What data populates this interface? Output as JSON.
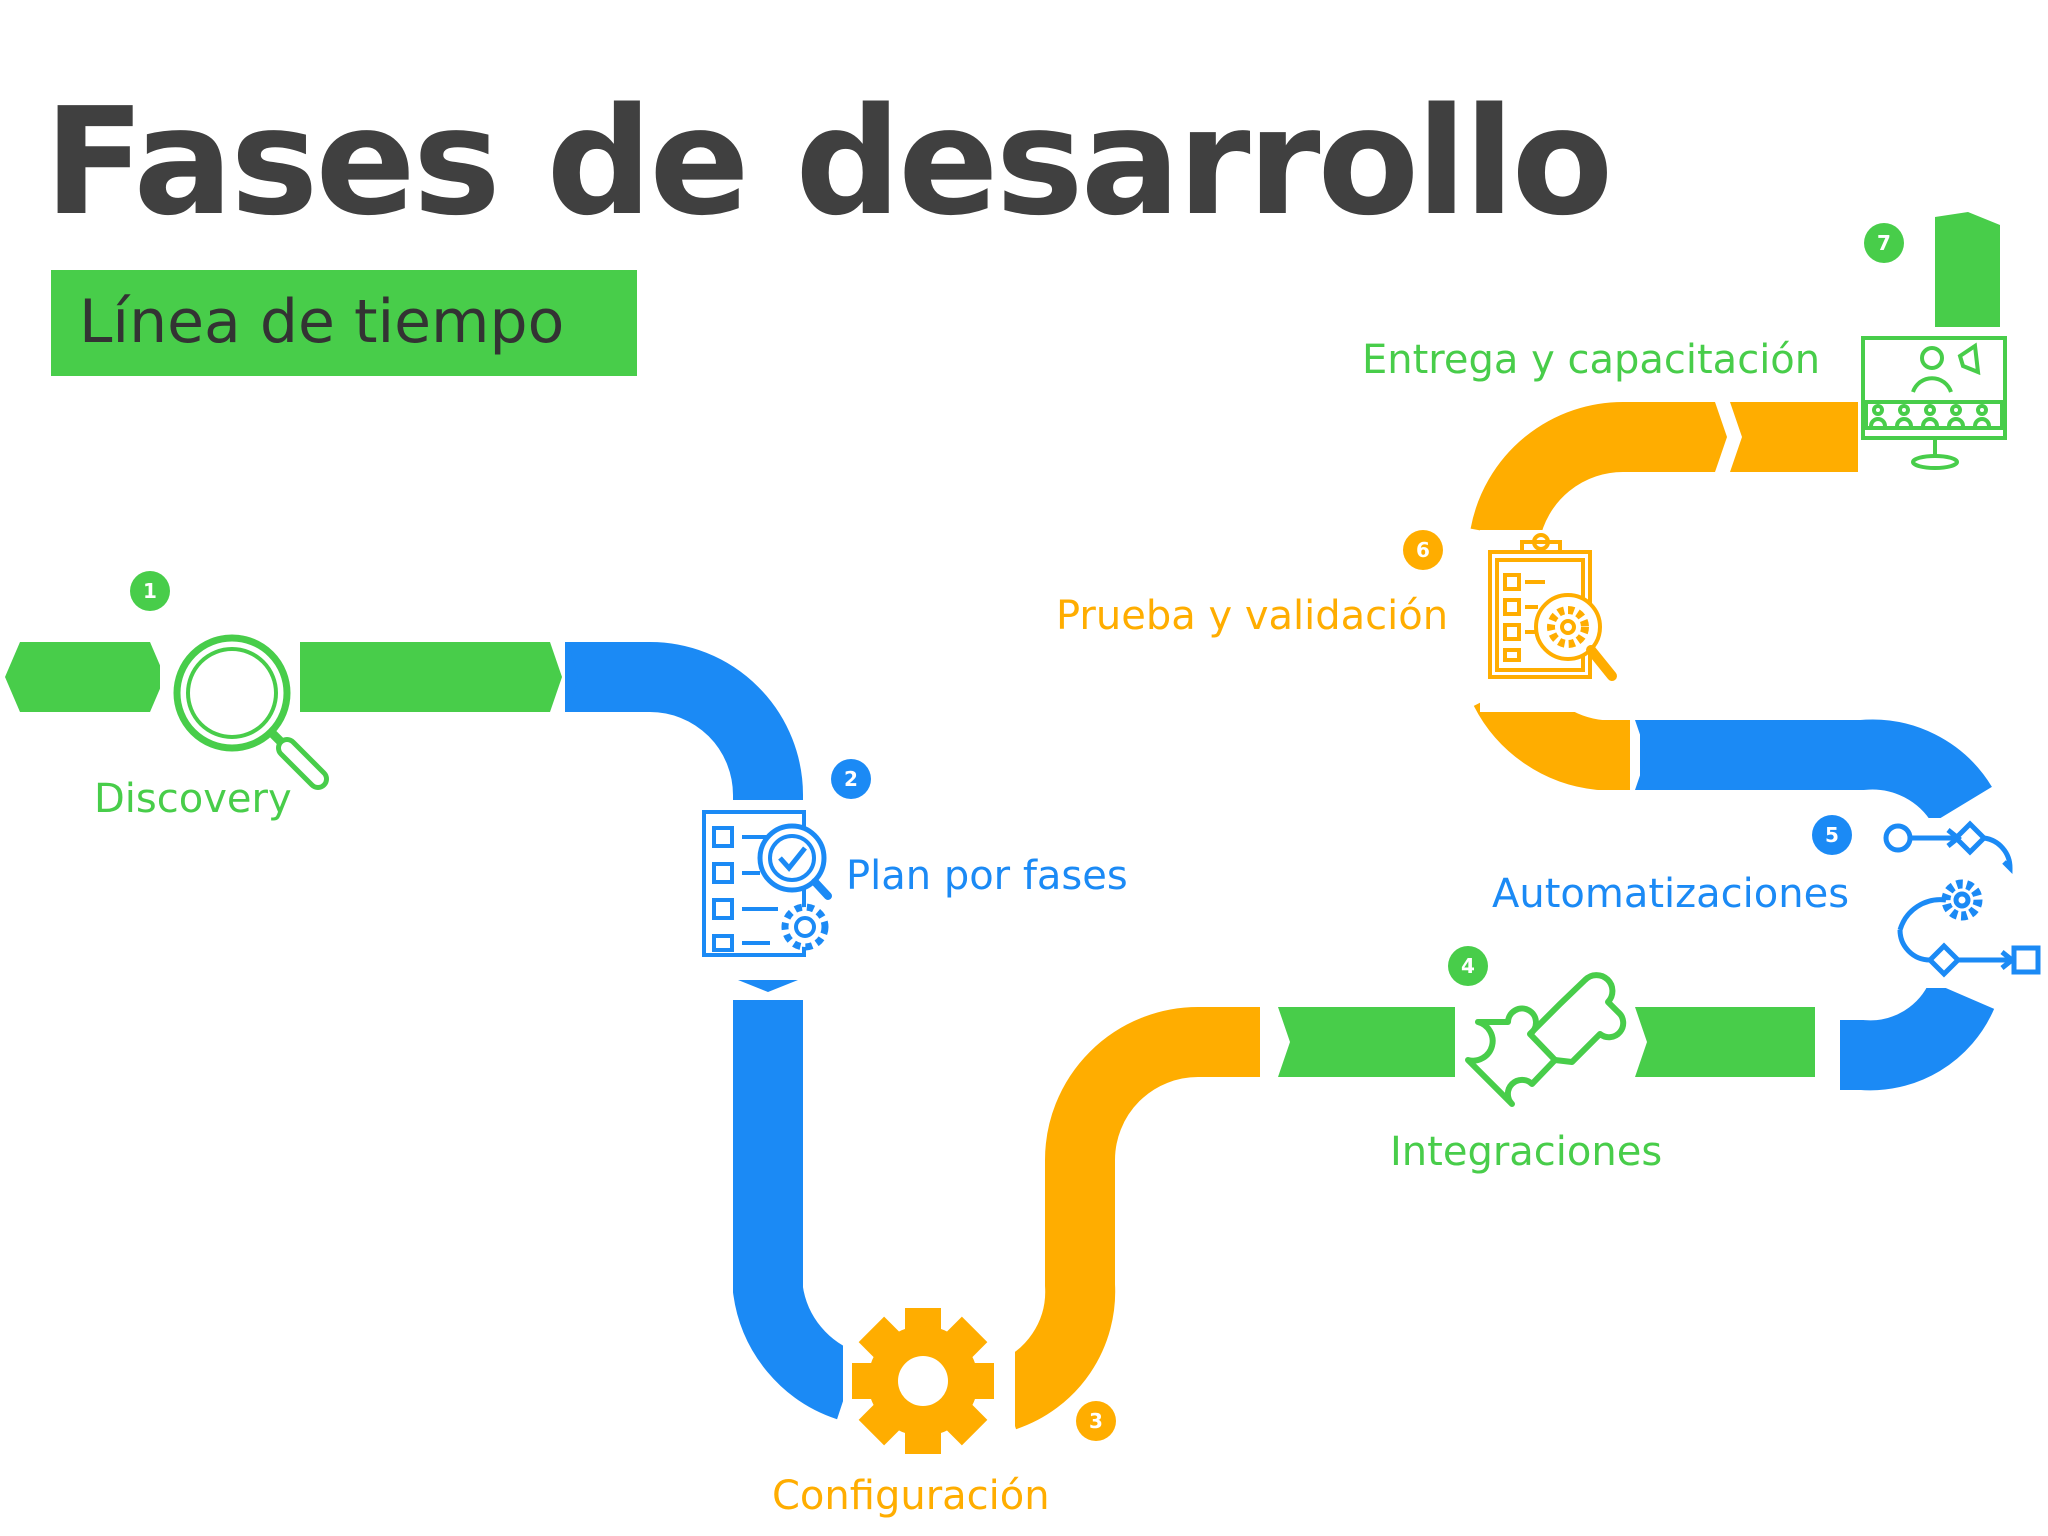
{
  "header": {
    "title": "Fases de desarrollo",
    "subtitle": "Línea de tiempo"
  },
  "colors": {
    "green": "#48cd4a",
    "blue": "#1b8af5",
    "orange": "#ffad00",
    "title": "#404040"
  },
  "steps": [
    {
      "number": "1",
      "label": "Discovery",
      "icon": "magnifying-glass-icon",
      "color": "#48cd4a"
    },
    {
      "number": "2",
      "label": "Plan por fases",
      "icon": "checklist-analysis-icon",
      "color": "#1b8af5"
    },
    {
      "number": "3",
      "label": "Configuración",
      "icon": "gear-icon",
      "color": "#ffad00"
    },
    {
      "number": "4",
      "label": "Integraciones",
      "icon": "puzzle-pieces-icon",
      "color": "#48cd4a"
    },
    {
      "number": "5",
      "label": "Automatizaciones",
      "icon": "workflow-icon",
      "color": "#1b8af5"
    },
    {
      "number": "6",
      "label": "Prueba y validación",
      "icon": "clipboard-inspection-icon",
      "color": "#ffad00"
    },
    {
      "number": "7",
      "label": "Entrega y capacitación",
      "icon": "presentation-monitor-icon",
      "color": "#48cd4a"
    }
  ]
}
